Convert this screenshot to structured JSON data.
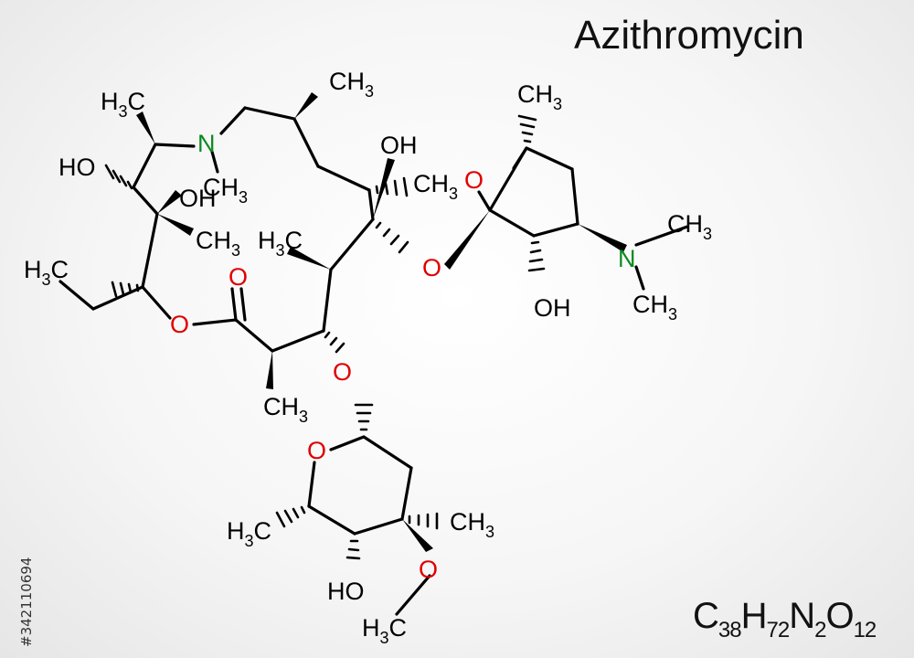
{
  "title": "Azithromycin",
  "formula": {
    "C": "C",
    "c_n": "38",
    "H": "H",
    "h_n": "72",
    "N": "N",
    "n_n": "2",
    "O": "O",
    "o_n": "12"
  },
  "stock_id": "#342110694",
  "colors": {
    "carbon": "#000000",
    "oxygen": "#e00000",
    "nitrogen": "#0a8a1e"
  },
  "atoms": {
    "h3c_top": {
      "a": "H",
      "n": "3",
      "b": "C"
    },
    "ch3_n": {
      "a": "CH",
      "n": "3"
    },
    "n1": "N",
    "ch3_upper": {
      "a": "CH",
      "n": "3"
    },
    "ho_left": "HO",
    "oh_mid": "OH",
    "ch3_mid": {
      "a": "CH",
      "n": "3"
    },
    "h3c_left": {
      "a": "H",
      "n": "3",
      "b": "C"
    },
    "o_carbonyl": "O",
    "o_ester": "O",
    "ch3_low": {
      "a": "CH",
      "n": "3"
    },
    "oh_top": "OH",
    "ch3_q": {
      "a": "CH",
      "n": "3"
    },
    "h3c_mid": {
      "a": "H",
      "n": "3",
      "b": "C"
    },
    "o_link1": "O",
    "o_link2": "O",
    "ch3_sugar1": {
      "a": "CH",
      "n": "3"
    },
    "o_ring1": "O",
    "oh_sugar1": "OH",
    "n2": "N",
    "ch3_n2a": {
      "a": "CH",
      "n": "3"
    },
    "ch3_n2b": {
      "a": "CH",
      "n": "3"
    },
    "o_ring2": "O",
    "h3c_sugar2": {
      "a": "H",
      "n": "3",
      "b": "C"
    },
    "ch3_sugar2": {
      "a": "CH",
      "n": "3"
    },
    "ho_sugar2": "HO",
    "o_methoxy": "O",
    "h3c_methoxy": {
      "a": "H",
      "n": "3",
      "b": "C"
    }
  }
}
